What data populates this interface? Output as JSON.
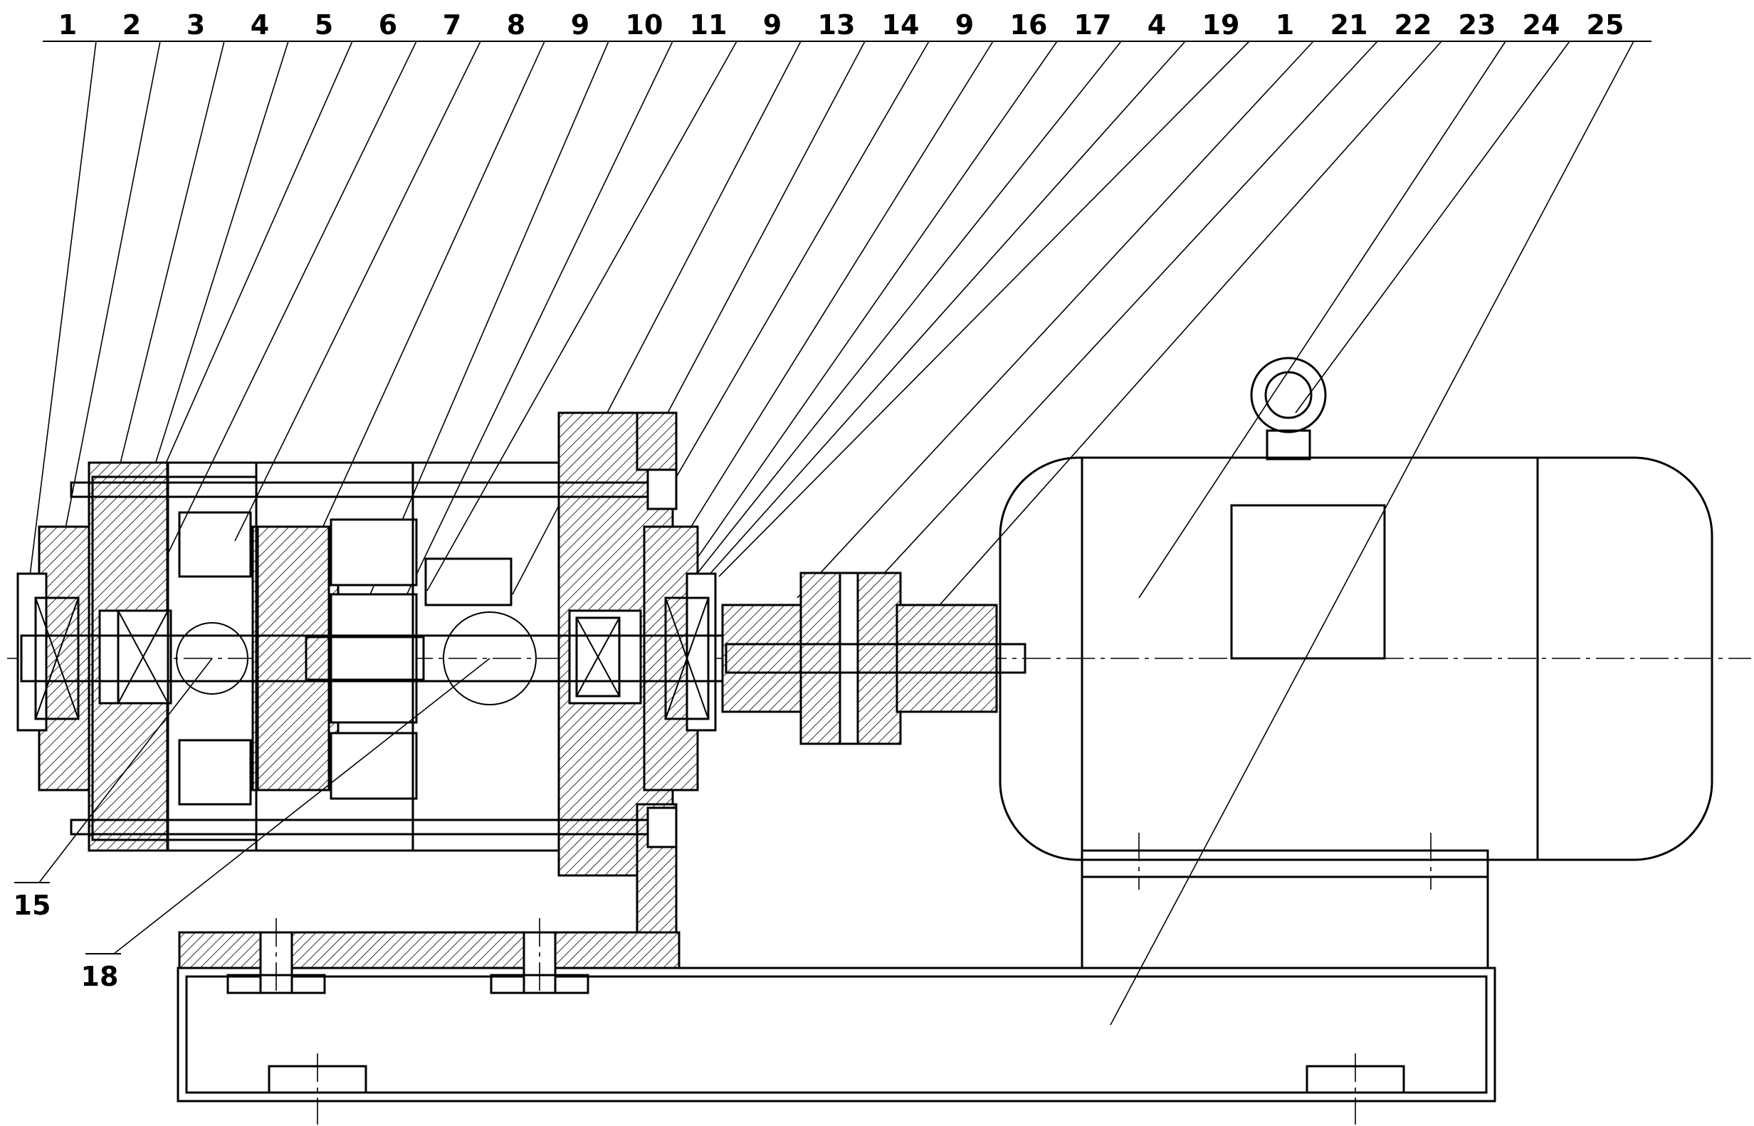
{
  "callouts_top": [
    "1",
    "2",
    "3",
    "4",
    "5",
    "6",
    "7",
    "8",
    "9",
    "10",
    "11",
    "9",
    "13",
    "14",
    "9",
    "16",
    "17",
    "4",
    "19",
    "1",
    "21",
    "22",
    "23",
    "24",
    "25"
  ],
  "callouts_side": [
    "15",
    "18"
  ],
  "colors": {
    "line": "#000000",
    "background": "#ffffff"
  }
}
